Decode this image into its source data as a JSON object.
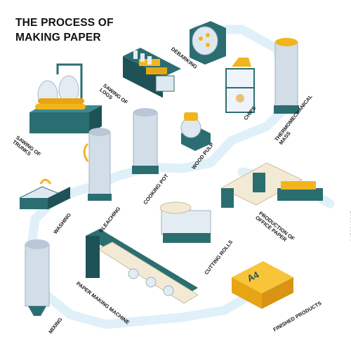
{
  "title": {
    "line1": "THE PROCESS OF",
    "line2": "MAKING PAPER"
  },
  "steps": {
    "sawing_trunks": [
      "SAWING OF",
      "TRUNKS"
    ],
    "sawing_logs": [
      "SAWING OF",
      "LOGS"
    ],
    "debarking": "DEBARKING",
    "wood_pulp": "WOOD PULP",
    "chips": "CHIPS",
    "thermo": [
      "THERMOMECHANICAL",
      "MASS"
    ],
    "cooking_pot": "COOKING POT",
    "bleaching": "BLEACHING",
    "washing": "WASHING",
    "production": [
      "PRODUCTION OF",
      "OFFICE PAPER"
    ],
    "cutting_rolls": "CUTTING ROLLS",
    "paper_machine": "PAPER MAKING MACHINE",
    "mixing": "MIXING",
    "finished": "FINISHED PRODUCTS"
  },
  "product_label": "A4",
  "stock_id": "#456212087",
  "colors": {
    "teal": "#2b6e72",
    "teal_dark": "#1f5256",
    "path": "#dff0f9",
    "steel": "#c9d6e4",
    "yellow": "#f2b51e",
    "paper": "#f3ead6"
  }
}
